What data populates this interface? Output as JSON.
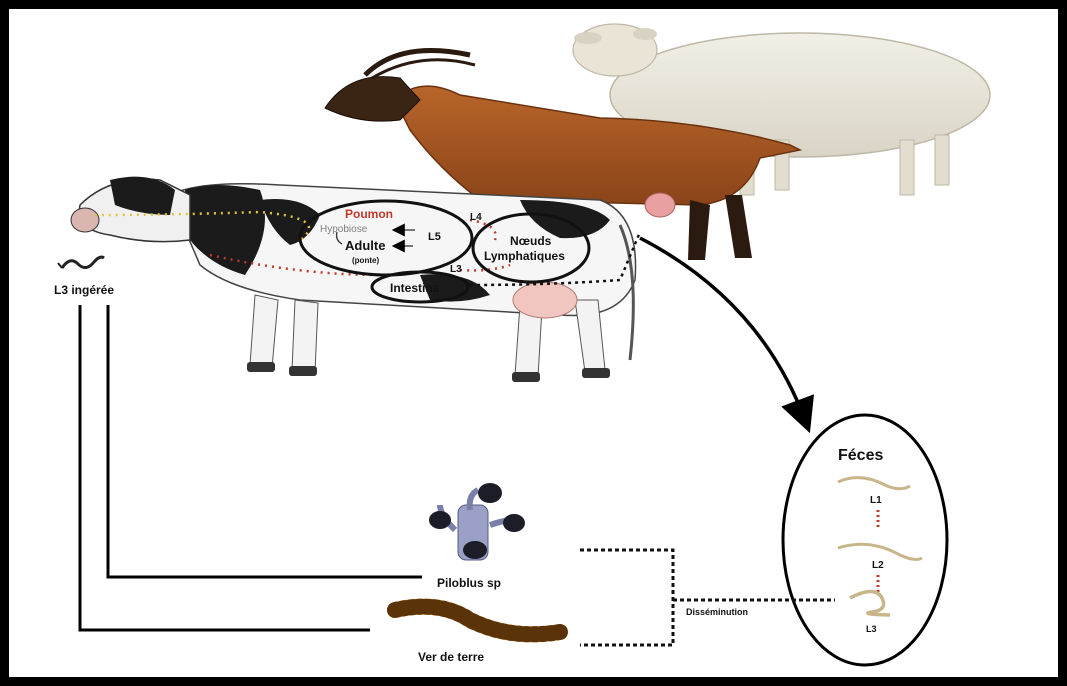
{
  "labels": {
    "poumon": "Poumon",
    "hypobiose": "Hypobiose",
    "adulte": "Adulte",
    "ponte": "(ponte)",
    "l5": "L5",
    "l4": "L4",
    "l3_body": "L3",
    "noeuds_line1": "Nœuds",
    "noeuds_line2": "Lymphatiques",
    "intestins": "Intestins",
    "l3_ingeree": "L3 ingérée",
    "feces": "Féces",
    "l1": "L1",
    "l2": "L2",
    "l3_feces": "L3",
    "dissemination": "Disséminution",
    "piloblus": "Piloblus sp",
    "ver_de_terre": "Ver de terre"
  },
  "colors": {
    "poumon": "#c0392b",
    "hypobiose": "#7f7f7f",
    "frame": "#000000",
    "dots_yellow": "#e5c43a",
    "dots_red": "#c0392b"
  },
  "illustrations": [
    "sheep-illustration",
    "goat-illustration",
    "cow-illustration",
    "pilobolus-fungus-illustration",
    "earthworm-illustration",
    "larva-illustrations"
  ]
}
